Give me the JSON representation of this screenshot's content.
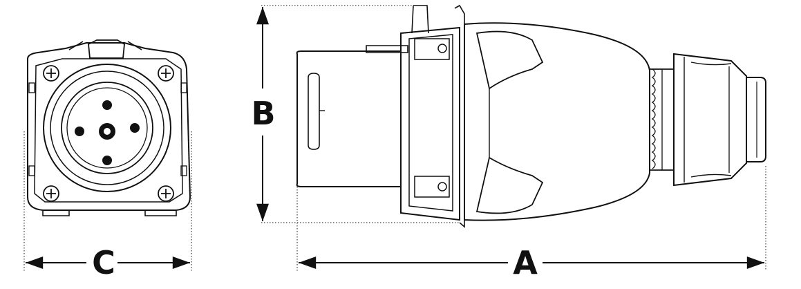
{
  "diagram": {
    "labels": {
      "width_front": "C",
      "height": "B",
      "length": "A"
    },
    "colors": {
      "ink": "#111111",
      "paper": "#ffffff"
    }
  }
}
